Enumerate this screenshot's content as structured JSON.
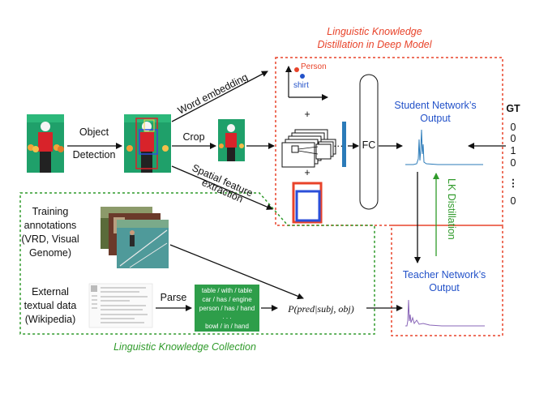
{
  "top_title": {
    "line1": "Linguistic Knowledge",
    "line2": "Distillation in Deep Model"
  },
  "bottom_title": "Linguistic Knowledge Collection",
  "object_detection": {
    "line1": "Object",
    "line2": "Detection"
  },
  "word_embedding": "Word embedding",
  "crop": "Crop",
  "spatial": {
    "line1": "Spatial feature",
    "line2": "extraction"
  },
  "embed_labels": {
    "person": "Person",
    "shirt": "shirt"
  },
  "plus": "+",
  "fc": "FC",
  "student_output": {
    "line1": "Student Network’s",
    "line2": "Output"
  },
  "teacher_output": {
    "line1": "Teacher Network’s",
    "line2": "Output"
  },
  "lk_distillation": "LK Distillation",
  "gt": {
    "title": "GT",
    "values": [
      "0",
      "0",
      "1",
      "0",
      "⋮",
      "0"
    ]
  },
  "training": {
    "line1": "Training",
    "line2": "annotations",
    "line3": "(VRD, Visual",
    "line4": "Genome)"
  },
  "external": {
    "line1": "External",
    "line2": "textual data",
    "line3": "(Wikipedia)"
  },
  "parse": "Parse",
  "triplets": [
    "table / with / table",
    "car / has / engine",
    "person / has / hand",
    ". . .",
    "bowl / in / hand"
  ],
  "formula": "P(pred|subj, obj)",
  "colors": {
    "red": "#e8432a",
    "green": "#2f9a2a",
    "blue": "#2352c9",
    "bar": "#2b7bb9",
    "purple": "#8a67b8"
  }
}
